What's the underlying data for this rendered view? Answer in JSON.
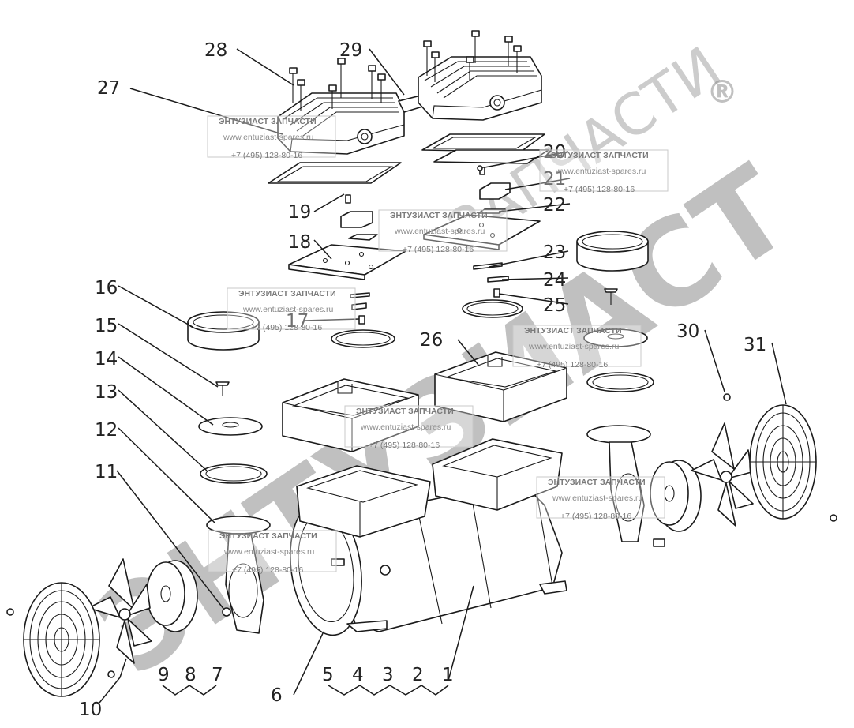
{
  "part_numbers": {
    "n1": "1",
    "n2": "2",
    "n3": "3",
    "n4": "4",
    "n5": "5",
    "n6": "6",
    "n7": "7",
    "n8": "8",
    "n9": "9",
    "n10": "10",
    "n11": "11",
    "n12": "12",
    "n13": "13",
    "n14": "14",
    "n15": "15",
    "n16": "16",
    "n17": "17",
    "n18": "18",
    "n19": "19",
    "n20": "20",
    "n21": "21",
    "n22": "22",
    "n23": "23",
    "n24": "24",
    "n25": "25",
    "n26": "26",
    "n27": "27",
    "n28": "28",
    "n29": "29",
    "n30": "30",
    "n31": "31"
  },
  "watermark": {
    "large_text": "ЭНТУЗИАСТ",
    "small_text": "ЗАПЧАСТИ",
    "registered": "®",
    "color": "#8e8e8e"
  },
  "stamp": {
    "title": "ЭНТУЗИАСТ ЗАПЧАСТИ",
    "site": "www.entuziast-spares.ru",
    "phone": "+7 (495) 128-80-16"
  }
}
